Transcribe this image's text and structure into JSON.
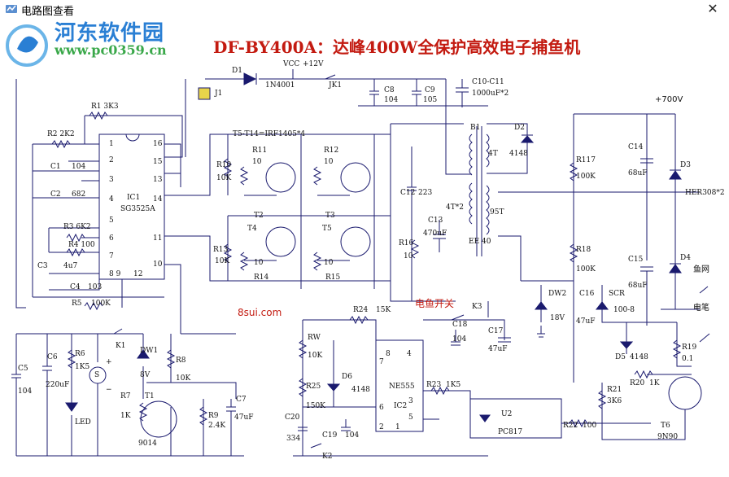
{
  "window": {
    "title": "电路图查看",
    "close_glyph": "✕"
  },
  "watermark": {
    "site_name": "河东软件园",
    "url": "www.pc0359.cn"
  },
  "diagram": {
    "title": "DF-BY400A：达峰400W全保护高效电子捕鱼机",
    "site_credit": "8sui.com",
    "fish_switch_label": "电鱼开关",
    "fish_net_label": "鱼网",
    "pen_label": "电笔",
    "hv_label": "+700V",
    "vcc_label": "VCC",
    "vcc_voltage": "+12V"
  },
  "components": [
    {
      "id": "D1",
      "text": "D1"
    },
    {
      "id": "D1v",
      "text": "1N4001"
    },
    {
      "id": "J1",
      "text": "J1"
    },
    {
      "id": "JK1",
      "text": "JK1"
    },
    {
      "id": "C8",
      "text": "C8"
    },
    {
      "id": "C8v",
      "text": "104"
    },
    {
      "id": "C9",
      "text": "C9"
    },
    {
      "id": "C9v",
      "text": "105"
    },
    {
      "id": "C10",
      "text": "C10-C11"
    },
    {
      "id": "C10v",
      "text": "1000uF*2"
    },
    {
      "id": "R1",
      "text": "R1  3K3"
    },
    {
      "id": "R2",
      "text": "R2  2K2"
    },
    {
      "id": "C1",
      "text": "C1"
    },
    {
      "id": "C1v",
      "text": "104"
    },
    {
      "id": "C2",
      "text": "C2"
    },
    {
      "id": "C2v",
      "text": "682"
    },
    {
      "id": "R3",
      "text": "R3  6K2"
    },
    {
      "id": "R4",
      "text": "R4  100"
    },
    {
      "id": "C3",
      "text": "C3"
    },
    {
      "id": "C3v",
      "text": "4u7"
    },
    {
      "id": "C4",
      "text": "C4"
    },
    {
      "id": "C4v",
      "text": "103"
    },
    {
      "id": "R5",
      "text": "R5"
    },
    {
      "id": "R5v",
      "text": "100K"
    },
    {
      "id": "IC1",
      "text": "IC1"
    },
    {
      "id": "IC1v",
      "text": "SG3525A"
    },
    {
      "id": "p1",
      "text": "1"
    },
    {
      "id": "p2",
      "text": "2"
    },
    {
      "id": "p3",
      "text": "3"
    },
    {
      "id": "p4",
      "text": "4"
    },
    {
      "id": "p5",
      "text": "5"
    },
    {
      "id": "p6",
      "text": "6"
    },
    {
      "id": "p7",
      "text": "7"
    },
    {
      "id": "p8",
      "text": "8 9"
    },
    {
      "id": "p12",
      "text": "12"
    },
    {
      "id": "p16",
      "text": "16"
    },
    {
      "id": "p15",
      "text": "15"
    },
    {
      "id": "p13",
      "text": "13"
    },
    {
      "id": "p14",
      "text": "14"
    },
    {
      "id": "p11",
      "text": "11"
    },
    {
      "id": "p10",
      "text": "10"
    },
    {
      "id": "TT",
      "text": "T5-T14=IRF1405*4"
    },
    {
      "id": "R10",
      "text": "R10"
    },
    {
      "id": "R10v",
      "text": "10K"
    },
    {
      "id": "R11",
      "text": "R11"
    },
    {
      "id": "R11v",
      "text": "10"
    },
    {
      "id": "T2",
      "text": "T2"
    },
    {
      "id": "R12",
      "text": "R12"
    },
    {
      "id": "R12v",
      "text": "10"
    },
    {
      "id": "T3",
      "text": "T3"
    },
    {
      "id": "R13",
      "text": "R13"
    },
    {
      "id": "R13v",
      "text": "10K"
    },
    {
      "id": "T4",
      "text": "T4"
    },
    {
      "id": "R14v",
      "text": "10"
    },
    {
      "id": "R14",
      "text": "R14"
    },
    {
      "id": "T5",
      "text": "T5"
    },
    {
      "id": "R15v",
      "text": "10"
    },
    {
      "id": "R15",
      "text": "R15"
    },
    {
      "id": "C12",
      "text": "C12"
    },
    {
      "id": "C12v",
      "text": "223"
    },
    {
      "id": "C13",
      "text": "C13"
    },
    {
      "id": "C13v",
      "text": "470uF"
    },
    {
      "id": "R16",
      "text": "R16"
    },
    {
      "id": "R16v",
      "text": "10"
    },
    {
      "id": "B1",
      "text": "B1"
    },
    {
      "id": "w4T",
      "text": "4T"
    },
    {
      "id": "w4T2",
      "text": "4T*2"
    },
    {
      "id": "w95T",
      "text": "95T"
    },
    {
      "id": "EE40",
      "text": "EE 40"
    },
    {
      "id": "D2",
      "text": "D2"
    },
    {
      "id": "D2v",
      "text": "4148"
    },
    {
      "id": "R117",
      "text": "R117"
    },
    {
      "id": "R117v",
      "text": "100K"
    },
    {
      "id": "C14",
      "text": "C14"
    },
    {
      "id": "C14v",
      "text": "68uF"
    },
    {
      "id": "D3",
      "text": "D3"
    },
    {
      "id": "HER",
      "text": "HER308*2"
    },
    {
      "id": "R18",
      "text": "R18"
    },
    {
      "id": "R18v",
      "text": "100K"
    },
    {
      "id": "C15",
      "text": "C15"
    },
    {
      "id": "C15v",
      "text": "68uF"
    },
    {
      "id": "D4",
      "text": "D4"
    },
    {
      "id": "DW2",
      "text": "DW2"
    },
    {
      "id": "DW2v",
      "text": "18V"
    },
    {
      "id": "C16",
      "text": "C16"
    },
    {
      "id": "C16v",
      "text": "47uF"
    },
    {
      "id": "SCR",
      "text": "SCR"
    },
    {
      "id": "SCRv",
      "text": "100-8"
    },
    {
      "id": "D5",
      "text": "D5"
    },
    {
      "id": "D5v",
      "text": "4148"
    },
    {
      "id": "R19",
      "text": "R19"
    },
    {
      "id": "R19v",
      "text": "0.1"
    },
    {
      "id": "R20",
      "text": "R20"
    },
    {
      "id": "R20v",
      "text": "1K"
    },
    {
      "id": "R21",
      "text": "R21"
    },
    {
      "id": "R21v",
      "text": "3K6"
    },
    {
      "id": "T6",
      "text": "T6"
    },
    {
      "id": "T6v",
      "text": "9N90"
    },
    {
      "id": "R22",
      "text": "R22"
    },
    {
      "id": "R22v",
      "text": "100"
    },
    {
      "id": "U2",
      "text": "U2"
    },
    {
      "id": "PC817",
      "text": "PC817"
    },
    {
      "id": "R24",
      "text": "R24"
    },
    {
      "id": "R24v",
      "text": "15K"
    },
    {
      "id": "K3",
      "text": "K3"
    },
    {
      "id": "C18",
      "text": "C18"
    },
    {
      "id": "C18v",
      "text": "104"
    },
    {
      "id": "C17",
      "text": "C17"
    },
    {
      "id": "C17v",
      "text": "47uF"
    },
    {
      "id": "RW",
      "text": "RW"
    },
    {
      "id": "RWv",
      "text": "10K"
    },
    {
      "id": "R25",
      "text": "R25"
    },
    {
      "id": "R25v",
      "text": "150K"
    },
    {
      "id": "D6",
      "text": "D6"
    },
    {
      "id": "D6v",
      "text": "4148"
    },
    {
      "id": "q8",
      "text": "8"
    },
    {
      "id": "q4",
      "text": "4"
    },
    {
      "id": "q7",
      "text": "7"
    },
    {
      "id": "q3",
      "text": "3"
    },
    {
      "id": "q6",
      "text": "6"
    },
    {
      "id": "q2",
      "text": "2"
    },
    {
      "id": "q1",
      "text": "1"
    },
    {
      "id": "q5",
      "text": "5"
    },
    {
      "id": "NE555",
      "text": "NE555"
    },
    {
      "id": "IC2",
      "text": "IC2"
    },
    {
      "id": "R23",
      "text": "R23"
    },
    {
      "id": "R23v",
      "text": "1K5"
    },
    {
      "id": "C20",
      "text": "C20"
    },
    {
      "id": "C20v",
      "text": "334"
    },
    {
      "id": "C19",
      "text": "C19"
    },
    {
      "id": "C19v",
      "text": "104"
    },
    {
      "id": "K2",
      "text": "K2"
    },
    {
      "id": "C5",
      "text": "C5"
    },
    {
      "id": "C5v",
      "text": "104"
    },
    {
      "id": "C6",
      "text": "C6"
    },
    {
      "id": "C6v",
      "text": "220uF"
    },
    {
      "id": "R6",
      "text": "R6"
    },
    {
      "id": "R6v",
      "text": "1K5"
    },
    {
      "id": "LED",
      "text": "LED"
    },
    {
      "id": "Ssym",
      "text": "S"
    },
    {
      "id": "plus",
      "text": "+"
    },
    {
      "id": "minus",
      "text": "−"
    },
    {
      "id": "K1",
      "text": "K1"
    },
    {
      "id": "DW1",
      "text": "DW1"
    },
    {
      "id": "DW1v",
      "text": "8V"
    },
    {
      "id": "R8",
      "text": "R8"
    },
    {
      "id": "R8v",
      "text": "10K"
    },
    {
      "id": "R7",
      "text": "R7"
    },
    {
      "id": "R7v",
      "text": "1K"
    },
    {
      "id": "T1",
      "text": "T1"
    },
    {
      "id": "T1v",
      "text": "9014"
    },
    {
      "id": "R9",
      "text": "R9"
    },
    {
      "id": "R9v",
      "text": "2.4K"
    },
    {
      "id": "C7",
      "text": "C7"
    },
    {
      "id": "C7v",
      "text": "47uF"
    }
  ]
}
